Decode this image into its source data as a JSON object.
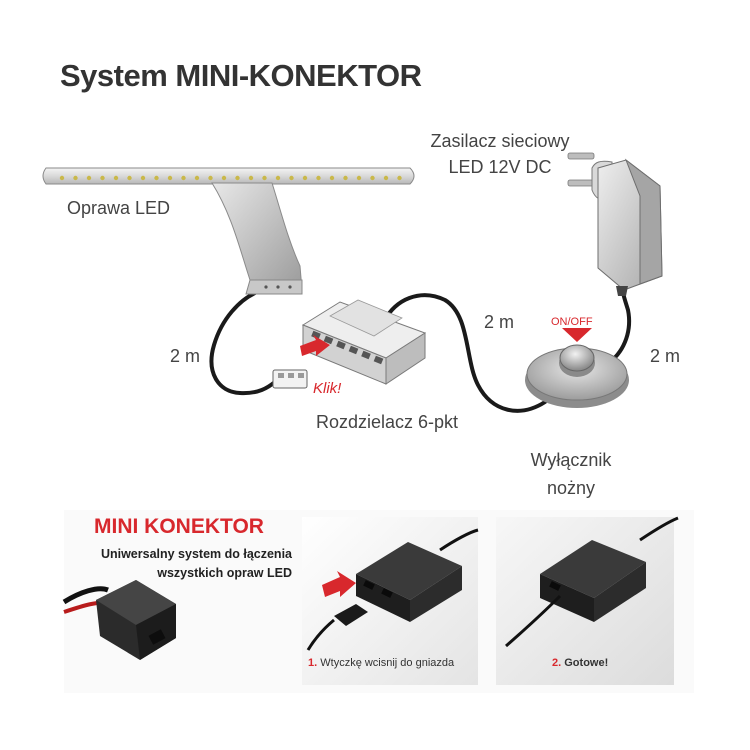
{
  "title": "System MINI-KONEKTOR",
  "labels": {
    "fixture": "Oprawa LED",
    "power_line1": "Zasilacz sieciowy",
    "power_line2": "LED 12V DC",
    "splitter": "Rozdzielacz 6-pkt",
    "switch_line1": "Wyłącznik",
    "switch_line2": "nożny",
    "click": "Klik!",
    "onoff": "ON/OFF",
    "len_left": "2 m",
    "len_middle": "2 m",
    "len_right": "2 m"
  },
  "mini": {
    "title": "MINI KONEKTOR",
    "subtitle_line1": "Uniwersalny system do łączenia",
    "subtitle_line2": "wszystkich opraw LED"
  },
  "steps": [
    {
      "num": "1.",
      "text": "Wtyczkę wcisnij do gniazda"
    },
    {
      "num": "2.",
      "text": "Gotowe!"
    }
  ],
  "colors": {
    "accent": "#d8282d",
    "text": "#444444",
    "cable": "#1a1a1a"
  }
}
